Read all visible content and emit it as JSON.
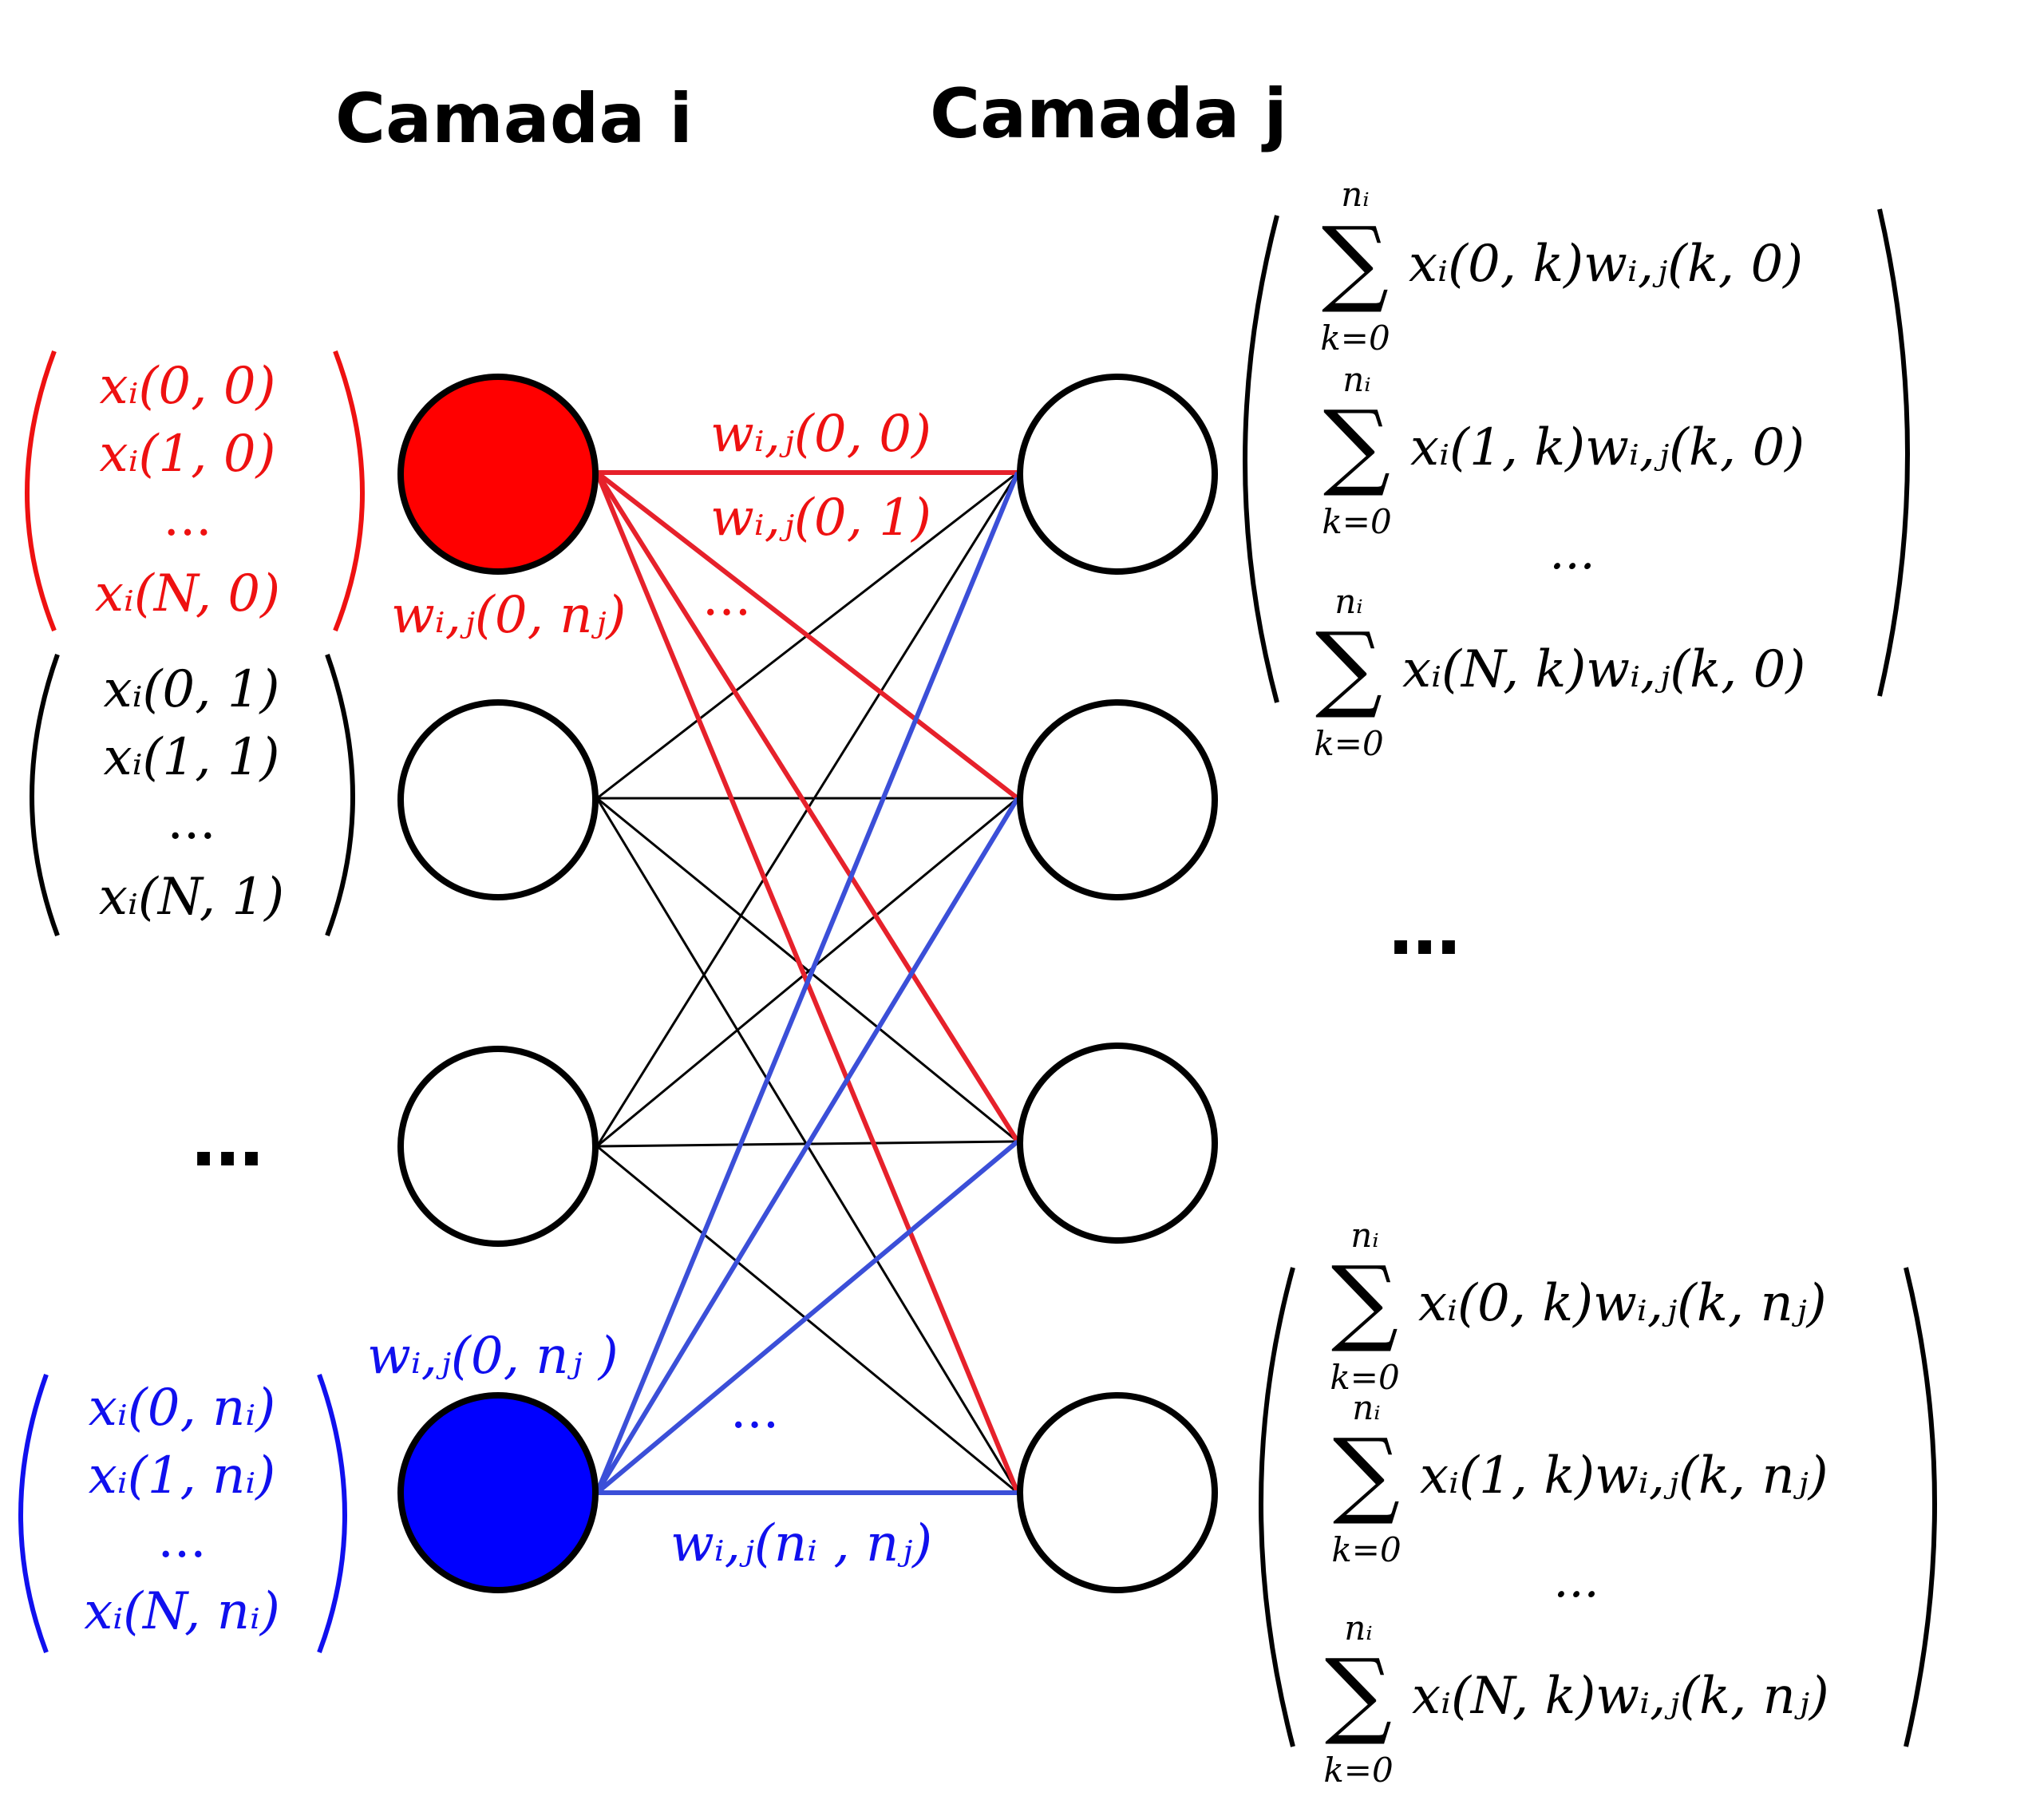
{
  "colors": {
    "red": "#ee1111",
    "red_edge": "#e6212b",
    "blue": "#1010ee",
    "blue_edge": "#3b4fd8",
    "black": "#000000"
  },
  "titles": {
    "layer_i": "Camada i",
    "layer_j": "Camada j"
  },
  "left_vectors": [
    {
      "name": "red",
      "entries": [
        "xᵢ(0, 0)",
        "xᵢ(1, 0)",
        "...",
        "xᵢ(N, 0)"
      ]
    },
    {
      "name": "black",
      "entries": [
        "xᵢ(0, 1)",
        "xᵢ(1, 1)",
        "...",
        "xᵢ(N, 1)"
      ]
    },
    {
      "name": "blue",
      "entries": [
        "xᵢ(0, nᵢ)",
        "xᵢ(1, nᵢ)",
        "...",
        "xᵢ(N, nᵢ)"
      ]
    }
  ],
  "left_ellipsis": "…",
  "right_ellipsis": "…",
  "weight_labels": {
    "w00": "wᵢ,ⱼ(0, 0)",
    "w01": "wᵢ,ⱼ(0, 1)",
    "w0nj_red": "wᵢ,ⱼ(0, nⱼ)",
    "red_dots": "...",
    "w0nj_blue": "wᵢ,ⱼ(0, nⱼ )",
    "blue_dots": "...",
    "wninj": "wᵢ,ⱼ(nᵢ , nⱼ)"
  },
  "sum": {
    "symbol": "∑",
    "upper": "nᵢ",
    "lower": "k=0"
  },
  "right_vectors": [
    {
      "name": "top",
      "terms": [
        "xᵢ(0, k)wᵢ,ⱼ(k, 0)",
        "xᵢ(1, k)wᵢ,ⱼ(k, 0)",
        "xᵢ(N, k)wᵢ,ⱼ(k, 0)"
      ],
      "dots": "..."
    },
    {
      "name": "bottom",
      "terms": [
        "xᵢ(0, k)wᵢ,ⱼ(k, nⱼ)",
        "xᵢ(1, k)wᵢ,ⱼ(k, nⱼ)",
        "xᵢ(N, k)wᵢ,ⱼ(k, nⱼ)"
      ],
      "dots": "..."
    }
  ],
  "network": {
    "layer_i_nodes": [
      {
        "name": "node-i-0",
        "fill": "red"
      },
      {
        "name": "node-i-1",
        "fill": "white"
      },
      {
        "name": "node-i-2",
        "fill": "white"
      },
      {
        "name": "node-i-ni",
        "fill": "blue"
      }
    ],
    "layer_j_nodes": [
      {
        "name": "node-j-0",
        "fill": "white"
      },
      {
        "name": "node-j-1",
        "fill": "white"
      },
      {
        "name": "node-j-2",
        "fill": "white"
      },
      {
        "name": "node-j-nj",
        "fill": "white"
      }
    ],
    "connections": "fully-connected"
  }
}
